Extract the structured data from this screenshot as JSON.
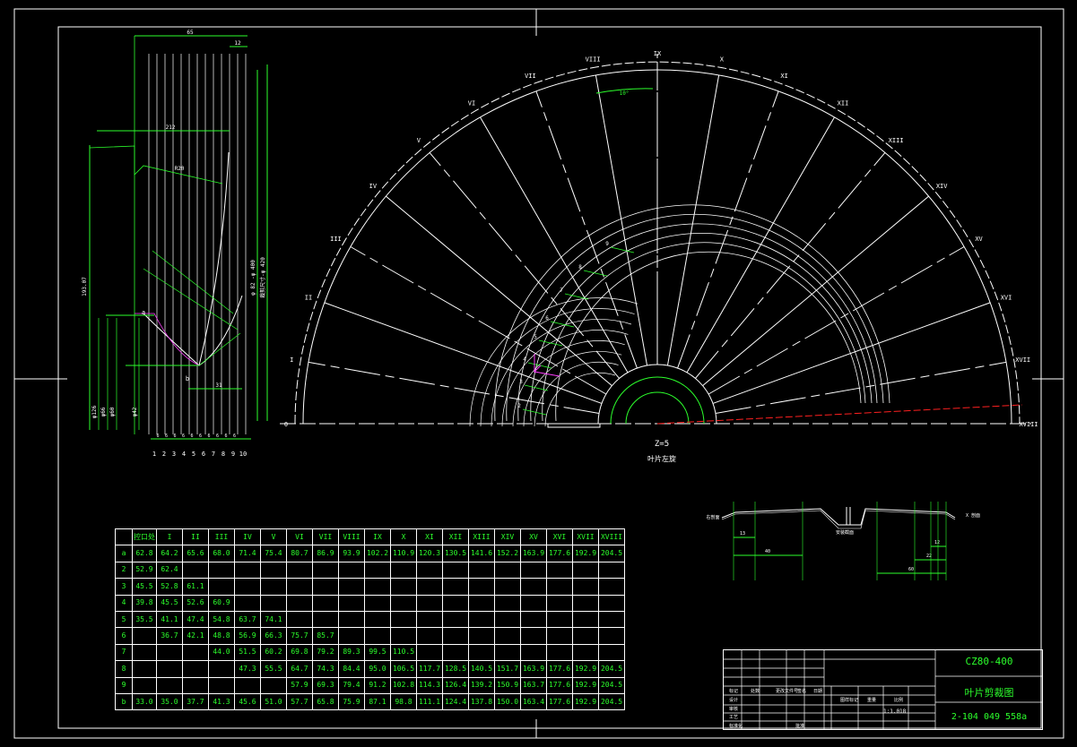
{
  "drawing": {
    "model": "CZ80-400",
    "title": "叶片剪裁图",
    "drawing_number": "2-104  049  558a",
    "z_label": "Z=5",
    "rotation_label": "叶片左旋",
    "scale": "1:1.018"
  },
  "profile": {
    "dim_top": "65",
    "dim_top_right": "12",
    "dim_212": "212",
    "dim_r20": "R20",
    "dim_height": "193.07",
    "dia_labels": [
      "φ126",
      "φ66",
      "φ60",
      "φ42"
    ],
    "vertical_right": [
      "φ 82 -φ 400",
      "裁剪尺寸-φ 420"
    ],
    "station_numbers": [
      "1",
      "2",
      "3",
      "4",
      "5",
      "6",
      "7",
      "8",
      "9",
      "10"
    ],
    "pitch": "6",
    "point_a": "a",
    "point_b": "b"
  },
  "fan": {
    "roman_labels": [
      "0",
      "I",
      "II",
      "III",
      "IV",
      "V",
      "VI",
      "VII",
      "VIII",
      "IX",
      "X",
      "XI",
      "XII",
      "XIII",
      "XIV",
      "XV",
      "XVI",
      "XVII",
      "XVIII"
    ],
    "angle_label": "10°",
    "arc_numbers": [
      "2",
      "3",
      "4",
      "5",
      "6",
      "7",
      "8",
      "9"
    ]
  },
  "section": {
    "left_label": "右剖面",
    "right_label": "X 剖面",
    "mid_label": "安装截面",
    "dims": [
      "13",
      "40",
      "12",
      "22",
      "60"
    ]
  },
  "table": {
    "header": [
      "控口处",
      "I",
      "II",
      "III",
      "IV",
      "V",
      "VI",
      "VII",
      "VIII",
      "IX",
      "X",
      "XI",
      "XII",
      "XIII",
      "XIV",
      "XV",
      "XVI",
      "XVII",
      "XVIII"
    ],
    "rows": [
      [
        "a",
        "62.8",
        "64.2",
        "65.6",
        "68.0",
        "71.4",
        "75.4",
        "80.7",
        "86.9",
        "93.9",
        "102.2",
        "110.9",
        "120.3",
        "130.5",
        "141.6",
        "152.2",
        "163.9",
        "177.6",
        "192.9",
        "204.5"
      ],
      [
        "2",
        "52.9",
        "62.4",
        "",
        "",
        "",
        "",
        "",
        "",
        "",
        "",
        "",
        "",
        "",
        "",
        "",
        "",
        "",
        "",
        ""
      ],
      [
        "3",
        "45.5",
        "52.8",
        "61.1",
        "",
        "",
        "",
        "",
        "",
        "",
        "",
        "",
        "",
        "",
        "",
        "",
        "",
        "",
        "",
        ""
      ],
      [
        "4",
        "39.8",
        "45.5",
        "52.6",
        "60.9",
        "",
        "",
        "",
        "",
        "",
        "",
        "",
        "",
        "",
        "",
        "",
        "",
        "",
        "",
        ""
      ],
      [
        "5",
        "35.5",
        "41.1",
        "47.4",
        "54.8",
        "63.7",
        "74.1",
        "",
        "",
        "",
        "",
        "",
        "",
        "",
        "",
        "",
        "",
        "",
        "",
        ""
      ],
      [
        "6",
        "",
        "36.7",
        "42.1",
        "48.8",
        "56.9",
        "66.3",
        "75.7",
        "85.7",
        "",
        "",
        "",
        "",
        "",
        "",
        "",
        "",
        "",
        "",
        ""
      ],
      [
        "7",
        "",
        "",
        "",
        "44.0",
        "51.5",
        "60.2",
        "69.8",
        "79.2",
        "89.3",
        "99.5",
        "110.5",
        "",
        "",
        "",
        "",
        "",
        "",
        "",
        ""
      ],
      [
        "8",
        "",
        "",
        "",
        "",
        "47.3",
        "55.5",
        "64.7",
        "74.3",
        "84.4",
        "95.0",
        "106.5",
        "117.7",
        "128.5",
        "140.5",
        "151.7",
        "163.9",
        "177.6",
        "192.9",
        "204.5"
      ],
      [
        "9",
        "",
        "",
        "",
        "",
        "",
        "",
        "57.9",
        "69.3",
        "79.4",
        "91.2",
        "102.8",
        "114.3",
        "126.4",
        "139.2",
        "150.9",
        "163.7",
        "177.6",
        "192.9",
        "204.5"
      ],
      [
        "b",
        "33.0",
        "35.0",
        "37.7",
        "41.3",
        "45.6",
        "51.0",
        "57.7",
        "65.8",
        "75.9",
        "87.1",
        "98.8",
        "111.1",
        "124.4",
        "137.8",
        "150.0",
        "163.4",
        "177.6",
        "192.9",
        "204.5"
      ]
    ]
  },
  "title_block_small": [
    "标记",
    "处数",
    "更改文件号",
    "签名",
    "日期",
    "设计",
    "审核",
    "工艺",
    "标准化",
    "批准",
    "图样标记",
    "重量",
    "比例"
  ]
}
